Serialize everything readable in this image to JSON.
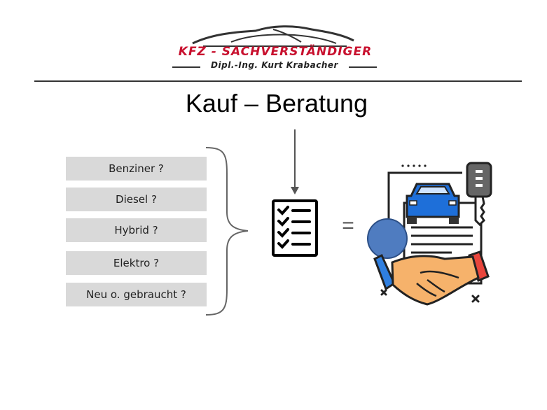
{
  "logo": {
    "title": "KFZ - SACHVERSTÄNDIGER",
    "subtitle": "Dipl.-Ing. Kurt Krabacher"
  },
  "page_title": "Kauf – Beratung",
  "options": [
    "Benziner ?",
    "Diesel ?",
    "Hybrid ?",
    "Elektro ?",
    "Neu o. gebraucht ?"
  ],
  "equals": "=",
  "colors": {
    "logo_red": "#c8102e",
    "option_bg": "#d9d9d9",
    "car_blue": "#1e6fd9",
    "circle_blue": "#4f7cc0",
    "skin": "#f6b26b",
    "sleeve_red": "#e8453c",
    "sleeve_blue": "#2f7fe0"
  },
  "icons": [
    "car-silhouette-icon",
    "checklist-icon",
    "arrow-down-icon",
    "car-key-icon",
    "handshake-icon",
    "document-icon"
  ]
}
